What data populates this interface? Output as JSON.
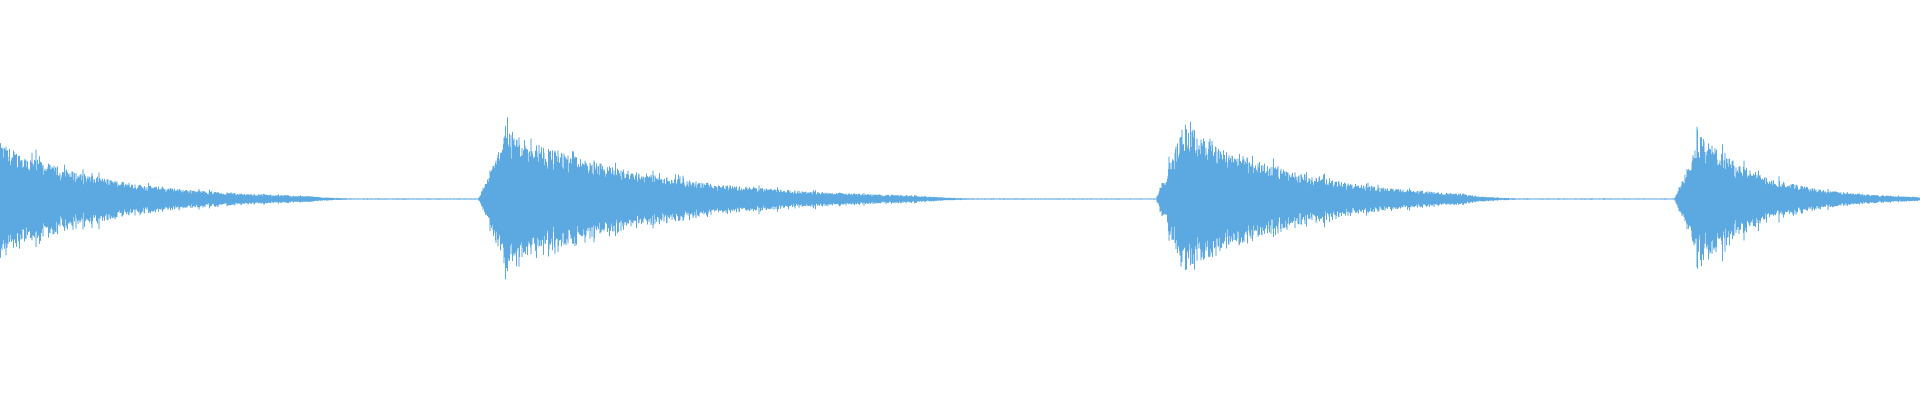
{
  "waveform": {
    "color": "#5BA9E0",
    "background": "#FFFFFF",
    "bursts": [
      {
        "start": 0.0,
        "end": 0.16,
        "peak_amplitude": 0.28,
        "attack": 0.0,
        "decay": 0.1
      },
      {
        "start": 0.249,
        "end": 0.48,
        "peak_amplitude": 0.35,
        "attack": 0.015,
        "decay": 0.13
      },
      {
        "start": 0.602,
        "end": 0.76,
        "peak_amplitude": 0.38,
        "attack": 0.015,
        "decay": 0.1
      },
      {
        "start": 0.872,
        "end": 1.0,
        "peak_amplitude": 0.33,
        "attack": 0.013,
        "decay": 0.06
      }
    ],
    "baseline_amplitude": 0.003
  }
}
